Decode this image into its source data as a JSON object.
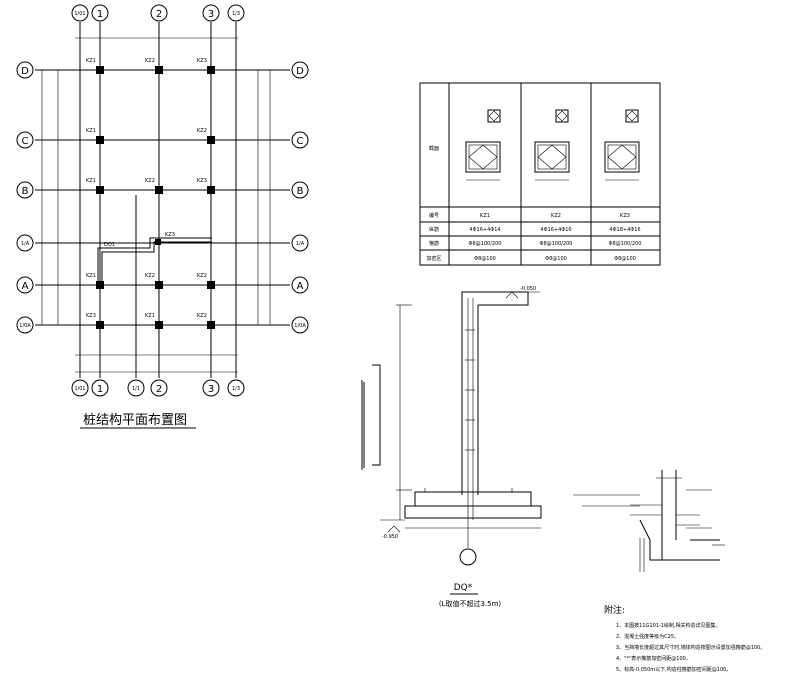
{
  "plan": {
    "title": "桩结构平面布置图",
    "top_axes": [
      "1/01",
      "1",
      "2",
      "3",
      "1/3"
    ],
    "bottom_axes": [
      "1/01",
      "1",
      "1/1",
      "2",
      "3",
      "1/3"
    ],
    "left_axes": [
      "D",
      "C",
      "B",
      "1/A",
      "A",
      "1/0A"
    ],
    "right_axes": [
      "D",
      "C",
      "B",
      "1/A",
      "A",
      "1/0A"
    ],
    "column_tags": [
      "KZ1",
      "KZ2",
      "KZ3",
      "KZ1",
      "KZ2",
      "KZ1",
      "KZ2",
      "KZ3",
      "KZ1",
      "KZ2",
      "KZ2",
      "KZ3",
      "KZ1",
      "KZ2",
      "KZ3"
    ],
    "wall_tag": "DQ1"
  },
  "column_table": {
    "row_labels": [
      "截面",
      "编号",
      "纵筋",
      "箍筋",
      "加密区"
    ],
    "columns": [
      {
        "id": "KZ1",
        "rebar": "4Φ16+4Φ14",
        "stirrup": "Φ8@100/200",
        "dense": "Φ8@100"
      },
      {
        "id": "KZ2",
        "rebar": "4Φ16+4Φ16",
        "stirrup": "Φ8@100/200",
        "dense": "Φ8@100"
      },
      {
        "id": "KZ3",
        "rebar": "4Φ18+4Φ16",
        "stirrup": "Φ8@100/200",
        "dense": "Φ8@100"
      }
    ]
  },
  "wall_section": {
    "title": "DQ*",
    "subtitle": "(L取值不超过3.5m)",
    "elev_top": "-0.050",
    "elev_base": "-0.950"
  },
  "notes": {
    "heading": "附注:",
    "items": [
      "1、本图按11G101-1绘制,相关构造详见图集。",
      "2、混凝土强度等级为C25。",
      "3、当挡墙长度超过其尺寸时,墙体构造按图示设置加强箍筋@100。",
      "4、\"*\"表示箍筋加密间距@100。",
      "5、标高-0.050m以下,构造柱箍筋加密间距@100。"
    ]
  }
}
